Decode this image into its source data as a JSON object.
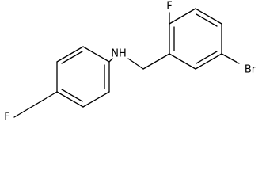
{
  "molecule": {
    "atoms": {
      "nh": "NH",
      "f_top": "F",
      "f_left": "F",
      "br": "Br"
    }
  }
}
